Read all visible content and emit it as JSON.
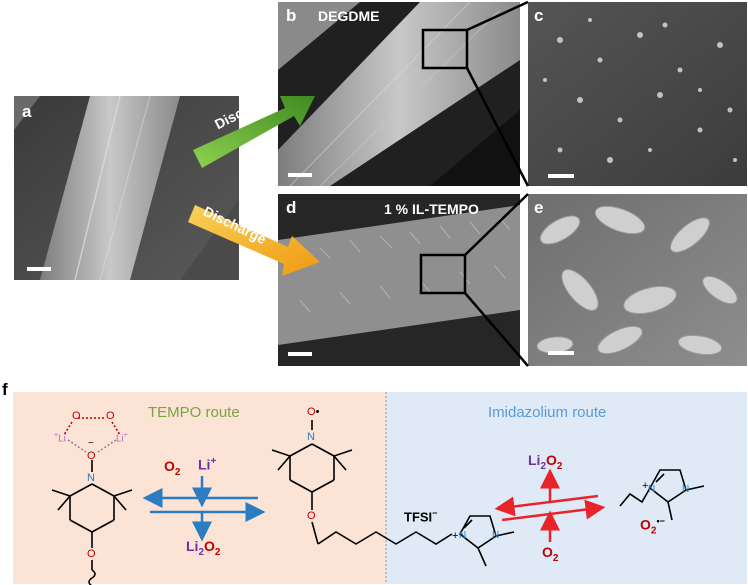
{
  "figure": {
    "panels": {
      "a": {
        "label": "a"
      },
      "b": {
        "label": "b",
        "title": "DEGDME"
      },
      "c": {
        "label": "c"
      },
      "d": {
        "label": "d",
        "title": "1 % IL-TEMPO"
      },
      "e": {
        "label": "e"
      },
      "f": {
        "label": "f"
      }
    },
    "arrows": {
      "upper": "Discharge",
      "lower": "Discharge"
    },
    "routes": {
      "tempo": {
        "title": "TEMPO route",
        "color": "#78a63c"
      },
      "imidazolium": {
        "title": "Imidazolium route",
        "color": "#5a9bd5"
      }
    },
    "chemistry": {
      "o2_left": "O",
      "o2_left_sub": "2",
      "li_plus": "Li",
      "li_plus_sup": "+",
      "li2o2_left": "Li",
      "li2o2_left_sub1": "2",
      "li2o2_left_o": "O",
      "li2o2_left_sub2": "2",
      "li2o2_right": "Li",
      "li2o2_right_sub1": "2",
      "li2o2_right_o": "O",
      "li2o2_right_sub2": "2",
      "o2_right": "O",
      "o2_right_sub": "2",
      "tfsi": "TFSI",
      "tfsi_sup": "−",
      "superoxide": "O",
      "superoxide_sub": "2",
      "superoxide_sup": "•−",
      "n_atom": "N",
      "o_atom": "O",
      "li_atom": "Li",
      "plus": "+",
      "minus": "−"
    },
    "colors": {
      "tempo_bg": "#fbe3d6",
      "imid_bg": "#dfeaf6",
      "blue_arrow": "#2b7cc0",
      "red_arrow": "#e8232a",
      "purple": "#7030a0",
      "red_text": "#c00000",
      "green_arrow": "#4f9a2a",
      "orange_arrow": "#f2a516"
    }
  }
}
